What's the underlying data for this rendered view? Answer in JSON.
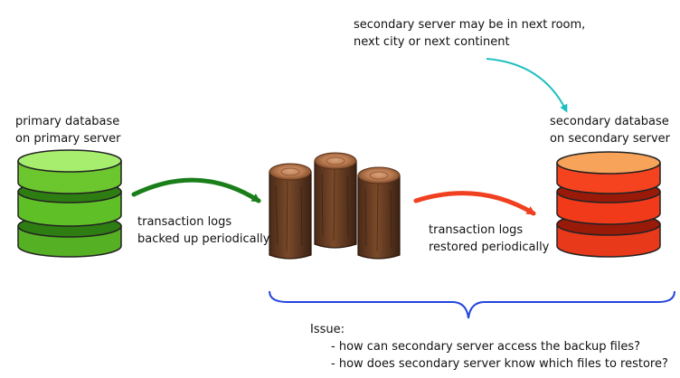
{
  "note": {
    "line1": "secondary server may be in next room,",
    "line2": "next city or next continent"
  },
  "primary": {
    "label_line1": "primary database",
    "label_line2": "on primary server",
    "color": "#6cc62e"
  },
  "secondary": {
    "label_line1": "secondary database",
    "label_line2": "on secondary server",
    "color": "#f03a1a"
  },
  "backup": {
    "line1": "transaction logs",
    "line2": "backed up periodically",
    "arrow_color": "#1a7f1a"
  },
  "restore": {
    "line1": "transaction logs",
    "line2": "restored periodically",
    "arrow_color": "#f04020"
  },
  "note_arrow_color": "#1fbfbf",
  "brace_color": "#2244dd",
  "issue": {
    "title": "Issue:",
    "q1": "- how can secondary server access the backup files?",
    "q2": "- how does secondary server know which files to restore?"
  },
  "icons": [
    "database-icon",
    "log-icon",
    "arrow-icon",
    "brace-icon"
  ]
}
